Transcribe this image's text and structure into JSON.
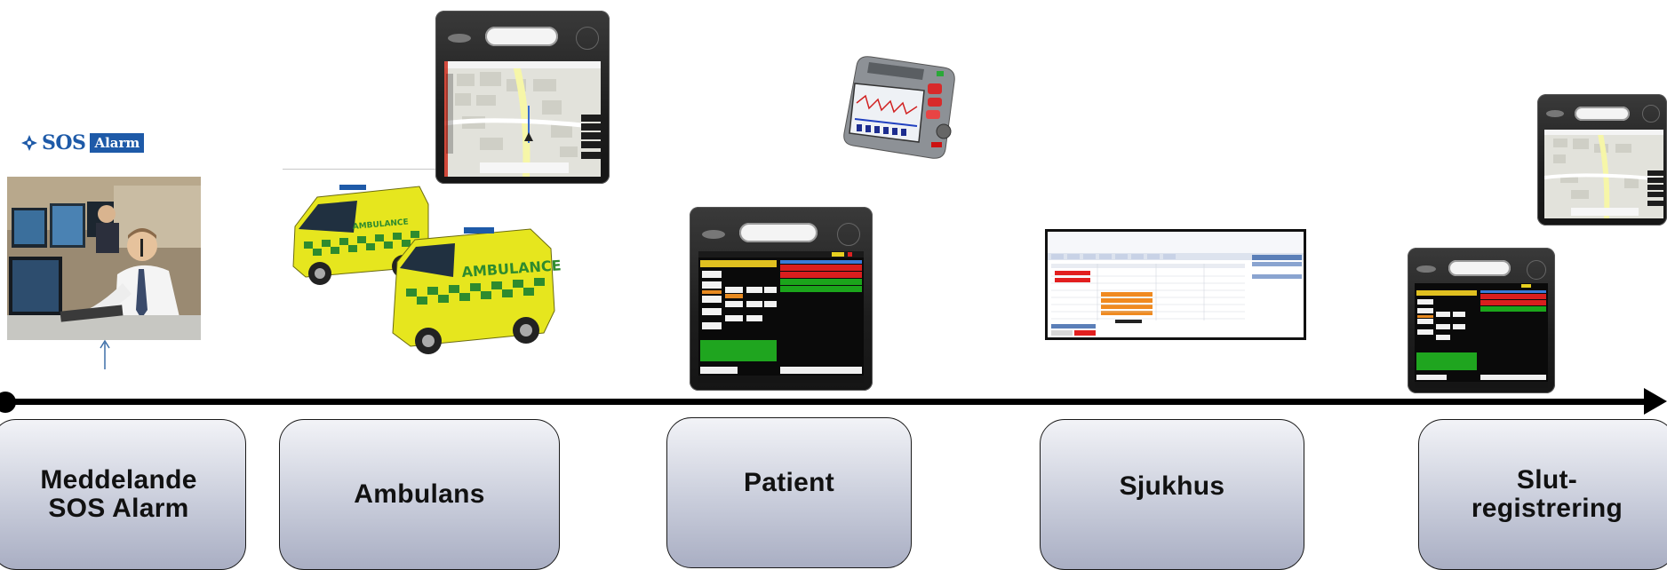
{
  "logo": {
    "icon": "sos-cross-icon",
    "text": "SOS",
    "box_text": "Alarm"
  },
  "icons": {
    "dispatch_photo": "dispatch-operator-photo",
    "ambulance_photo": "ambulance-photo",
    "tablet_map": "rugged-tablet-map",
    "tablet_patient": "rugged-tablet-patient-form",
    "defibrillator": "defibrillator-monitor-photo",
    "hospital_screen": "hospital-journal-screenshot"
  },
  "colors": {
    "brand_blue": "#1e5aa8",
    "ambulance_yellow": "#e6e61e",
    "ambulance_green": "#2e8b2e",
    "stage_top": "#f2f3f7",
    "stage_bottom": "#a9aec3",
    "timeline": "#000000"
  },
  "stages": [
    {
      "id": "sos",
      "label": "Meddelande\nSOS Alarm"
    },
    {
      "id": "ambulans",
      "label": "Ambulans"
    },
    {
      "id": "patient",
      "label": "Patient"
    },
    {
      "id": "sjukhus",
      "label": "Sjukhus"
    },
    {
      "id": "slut",
      "label": "Slut-\nregistrering"
    }
  ],
  "ambulance_text": "AMBULANCE"
}
